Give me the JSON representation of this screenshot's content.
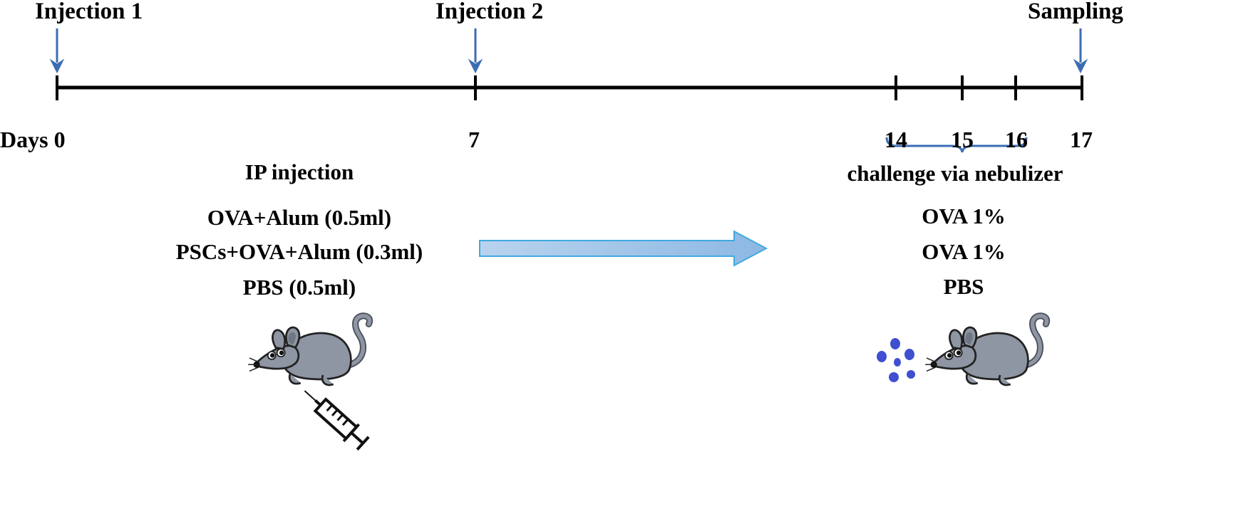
{
  "events": {
    "injection1": "Injection 1",
    "injection2": "Injection 2",
    "sampling": "Sampling"
  },
  "days": {
    "d0": "Days 0",
    "d7": "7",
    "d14": "14",
    "d15": "15",
    "d16": "16",
    "d17": "17"
  },
  "left": {
    "title": "IP injection",
    "groups": [
      "OVA+Alum (0.5ml)",
      "PSCs+OVA+Alum (0.3ml)",
      "PBS (0.5ml)"
    ]
  },
  "right": {
    "title": "challenge via nebulizer",
    "groups": [
      "OVA 1%",
      "OVA 1%",
      "PBS"
    ]
  },
  "icons": [
    "down-arrow-icon",
    "mouse-icon",
    "syringe-icon",
    "aerosol-droplets-icon",
    "right-arrow-icon"
  ],
  "colors": {
    "marker_arrow": "#3B6DB3",
    "brace": "#3B6DB3",
    "flow_arrow_fill": "#9DC3E6",
    "flow_arrow_stroke": "#41A9E0",
    "timeline": "#000000",
    "mouse_body": "#8E95A3",
    "droplets": "#3F4FD0"
  }
}
